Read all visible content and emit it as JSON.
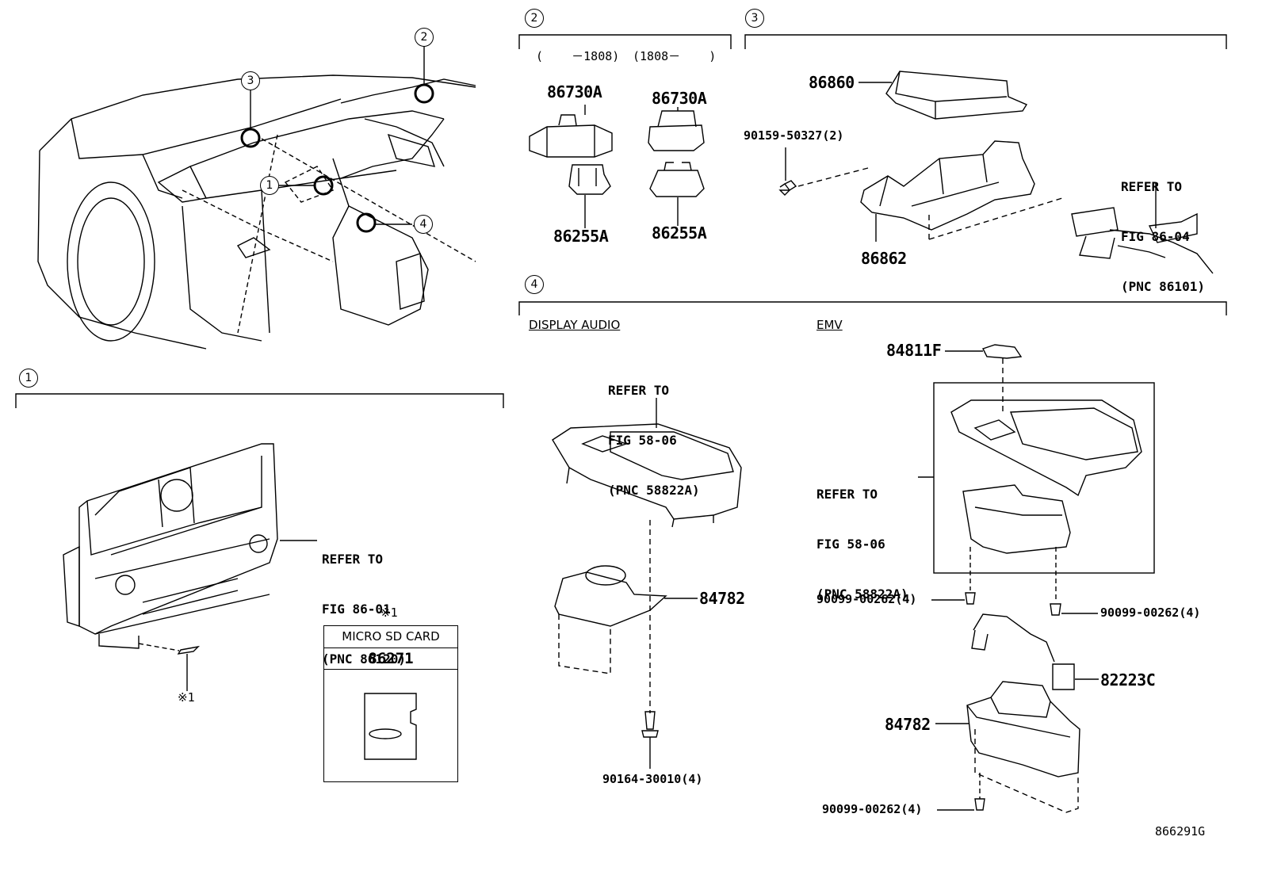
{
  "callouts": {
    "overview": [
      "1",
      "2",
      "3",
      "4"
    ],
    "sections": [
      "1",
      "2",
      "3",
      "4"
    ]
  },
  "section2": {
    "range_left": "(    －1808)",
    "range_right": "(1808－    )",
    "parts": [
      "86730A",
      "86730A",
      "86255A",
      "86255A"
    ]
  },
  "section3": {
    "parts": [
      "86860",
      "90159-50327(2)",
      "86862"
    ],
    "refer": [
      "REFER TO",
      "FIG 86-04",
      "(PNC 86101)"
    ]
  },
  "section1": {
    "refer": [
      "REFER TO",
      "FIG 86-01",
      "(PNC 86120)"
    ],
    "note_mark": "※1",
    "sd_card": {
      "mark": "※1",
      "title": "MICRO SD CARD",
      "part": "86271"
    }
  },
  "section4": {
    "display_audio": {
      "label": "DISPLAY AUDIO",
      "refer": [
        "REFER TO",
        "FIG 58-06",
        "(PNC 58822A)"
      ],
      "parts": [
        "84782",
        "90164-30010(4)"
      ]
    },
    "emv": {
      "label": "EMV",
      "refer": [
        "REFER TO",
        "FIG 58-06",
        "(PNC 58822A)"
      ],
      "parts": [
        "84811F",
        "90099-00262(4)",
        "90099-00262(4)",
        "82223C",
        "84782",
        "90099-00262(4)"
      ]
    }
  },
  "figure_id": "866291G"
}
